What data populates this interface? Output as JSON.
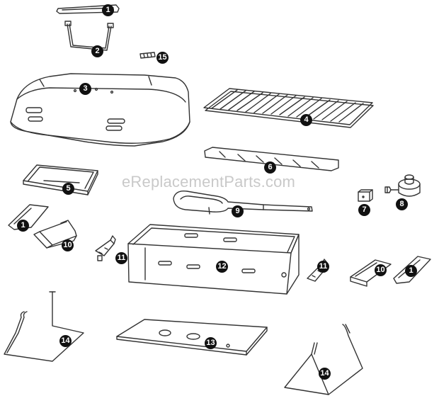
{
  "watermark": "eReplacementParts.com",
  "callouts": [
    {
      "id": "c1a",
      "label": "1"
    },
    {
      "id": "c2",
      "label": "2"
    },
    {
      "id": "c15",
      "label": "15"
    },
    {
      "id": "c3",
      "label": "3"
    },
    {
      "id": "c4",
      "label": "4"
    },
    {
      "id": "c6",
      "label": "6"
    },
    {
      "id": "c5",
      "label": "5"
    },
    {
      "id": "c9",
      "label": "9"
    },
    {
      "id": "c7",
      "label": "7"
    },
    {
      "id": "c8",
      "label": "8"
    },
    {
      "id": "c1b",
      "label": "1"
    },
    {
      "id": "c10a",
      "label": "10"
    },
    {
      "id": "c11a",
      "label": "11"
    },
    {
      "id": "c12",
      "label": "12"
    },
    {
      "id": "c11b",
      "label": "11"
    },
    {
      "id": "c10b",
      "label": "10"
    },
    {
      "id": "c1c",
      "label": "1"
    },
    {
      "id": "c14a",
      "label": "14"
    },
    {
      "id": "c13",
      "label": "13"
    },
    {
      "id": "c14b",
      "label": "14"
    }
  ],
  "colors": {
    "line": "#333333",
    "callout_bg": "#111111",
    "callout_text": "#ffffff",
    "watermark": "#c9c9c9"
  }
}
